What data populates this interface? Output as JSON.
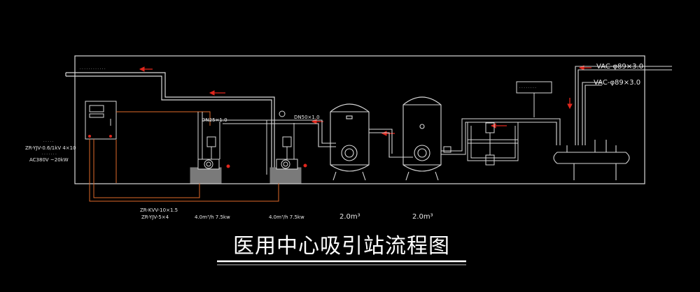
{
  "title": "医用中心吸引站流程图",
  "colors": {
    "line": "#d9d9d9",
    "accent": "#e0261c",
    "cable": "#e06a2a",
    "ground": "#7a7a7a",
    "background": "#000000"
  },
  "labels": {
    "vac_line_top": "VAC-φ89×3.0",
    "vac_line_bottom": "VAC-φ89×3.0",
    "control_model": "ZR-YJV-0.6/1kV 4×10",
    "control_power": "AC380V ~20kW",
    "pipe_spec_1": "DN25×1.0",
    "pipe_spec_2": "DN50×1.0",
    "cable_spec_1": "ZR-KVV-10×1.5",
    "cable_spec_2": "ZR-YJV-5×4",
    "pump1_flow": "4.0m³/h  7.5kw",
    "pump2_flow": "4.0m³/h  7.5kw",
    "tank1_volume": "2.0m³",
    "tank2_volume": "2.0m³"
  },
  "icons": {
    "control_panel": "control-cabinet-icon",
    "pump": "vacuum-pump-icon",
    "tank": "vacuum-tank-icon",
    "filter": "bacteria-filter-icon",
    "manifold": "manifold-icon",
    "flow_arrow": "flow-arrow-icon"
  }
}
